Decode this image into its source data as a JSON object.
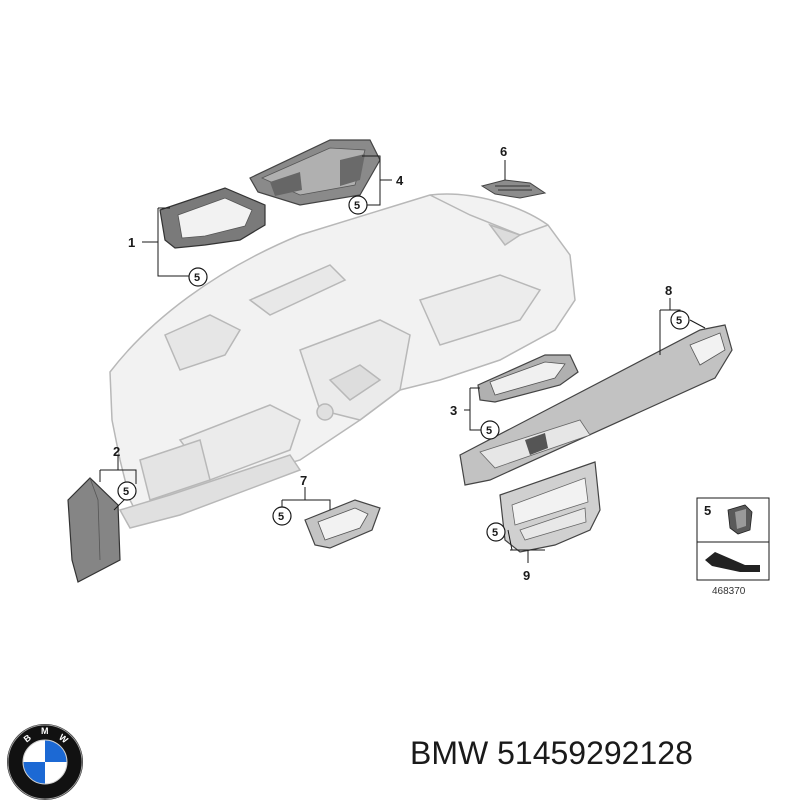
{
  "callouts": {
    "c1": "1",
    "c2": "2",
    "c3": "3",
    "c4": "4",
    "c5": "5",
    "c6": "6",
    "c7": "7",
    "c8": "8",
    "c9": "9"
  },
  "clip_label": "5",
  "inset": {
    "label": "5",
    "ref_number": "468370"
  },
  "logo": {
    "letters": "BMW",
    "colors": {
      "blue": "#1c69d4",
      "black": "#111111",
      "white": "#ffffff"
    }
  },
  "footer": {
    "brand": "BMW",
    "part_number": "51459292128",
    "text": "BMW 51459292128"
  }
}
